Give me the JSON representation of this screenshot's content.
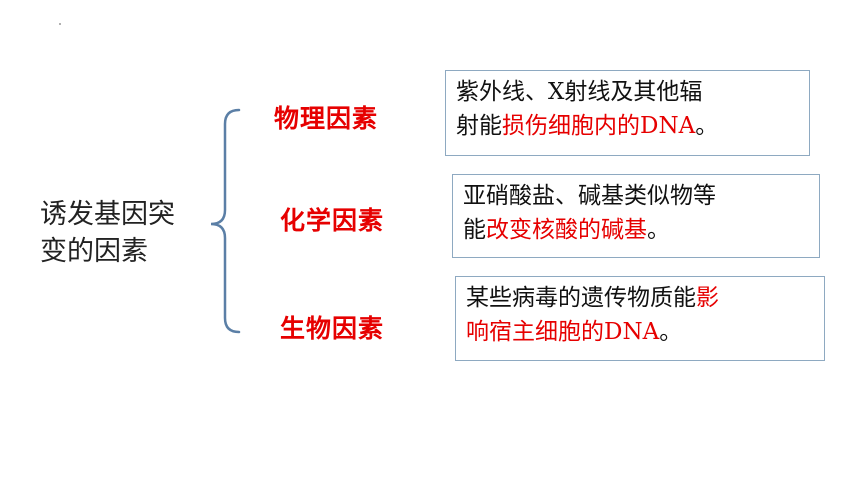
{
  "main_label": {
    "line1": "诱发基因突",
    "line2": "变的因素"
  },
  "categories": [
    {
      "label": "物理因素",
      "desc_line1": "紫外线、X射线及其他辐",
      "desc_line2_plain": "射能",
      "desc_line2_red": "损伤细胞内的DNA",
      "desc_line2_end": "。"
    },
    {
      "label": "化学因素",
      "desc_line1": "亚硝酸盐、碱基类似物等",
      "desc_line2_plain": "能",
      "desc_line2_red": "改变核酸的碱基",
      "desc_line2_end": "。"
    },
    {
      "label": "生物因素",
      "desc_line1_plain": "某些病毒的遗传物质能",
      "desc_line1_red": "影",
      "desc_line2_red": "响宿主细胞的DNA",
      "desc_line2_end": "。"
    }
  ],
  "colors": {
    "accent": "#e60000",
    "brace": "#5b7fa6",
    "box_border": "#8ea9c1"
  }
}
